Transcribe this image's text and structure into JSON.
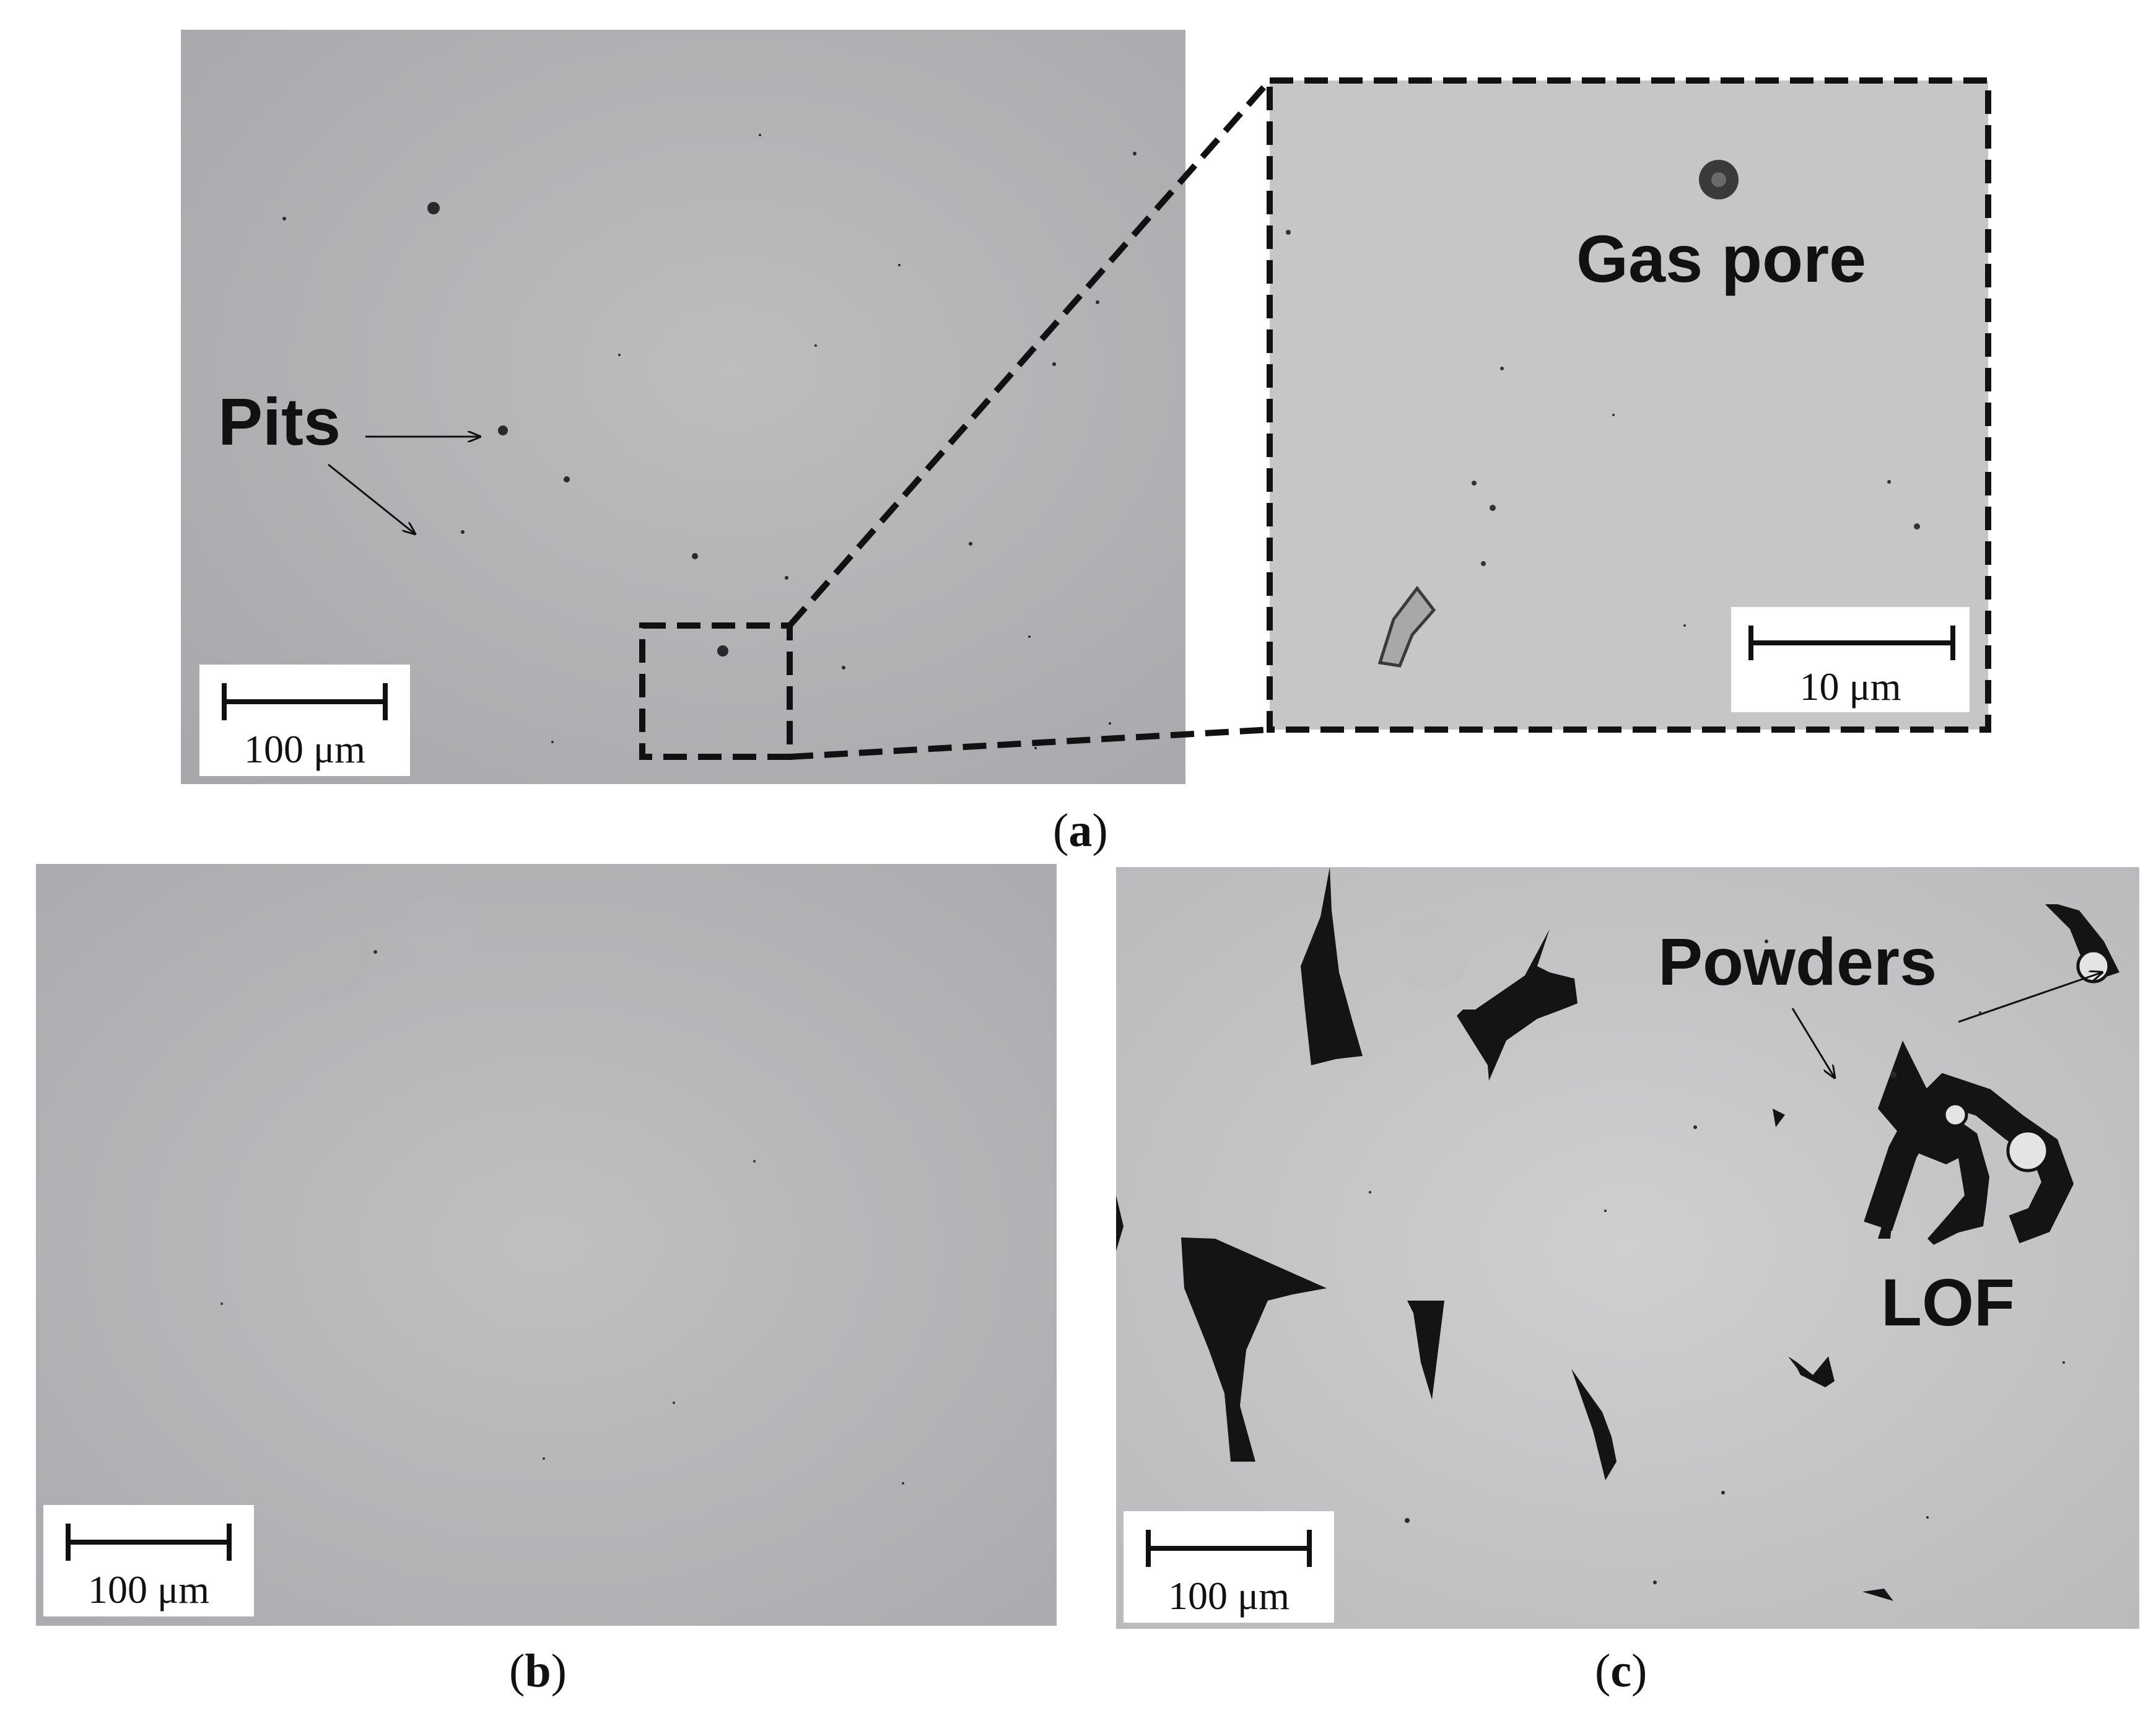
{
  "panel_a": {
    "labels": {
      "pits": "Pits"
    },
    "scale_bar": "100 μm",
    "caption_letter": "a",
    "inset": {
      "labels": {
        "gas_pore": "Gas pore"
      },
      "scale_bar": "10 μm"
    }
  },
  "panel_b": {
    "scale_bar": "100 μm",
    "caption_letter": "b"
  },
  "panel_c": {
    "labels": {
      "powders": "Powders",
      "lof": "LOF"
    },
    "scale_bar": "100 μm",
    "caption_letter": "c"
  },
  "colors": {
    "micrograph_bg": "#b6b6b8",
    "inset_bg": "#c4c4c4",
    "panel_c_bg": "#c8c8c9",
    "defect": "#141414",
    "text": "#111111"
  }
}
